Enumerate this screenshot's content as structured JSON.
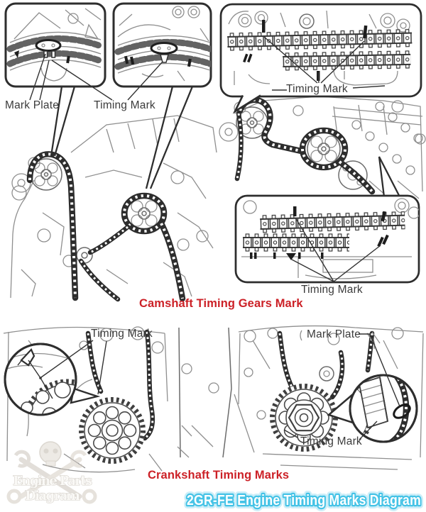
{
  "callouts": {
    "mark_plate_top": "Mark Plate",
    "timing_mark_top": "Timing Mark",
    "timing_mark_upper_right": "Timing Mark",
    "timing_mark_mid_right": "Timing Mark",
    "timing_mark_bottom_left": "Timing Mark",
    "mark_plate_bottom_right": "Mark Plate",
    "timing_mark_bottom_right": "Timing Mark"
  },
  "captions": {
    "camshaft": "Camshaft Timing Gears Mark",
    "crankshaft": "Crankshaft Timing Marks"
  },
  "title": "2GR-FE Engine Timing Marks Diagram",
  "watermark": {
    "line1": "Engine Parts",
    "line2": "Diagram"
  },
  "colors": {
    "caption_red": "#cc2127",
    "title_cyan": "#45c3e6",
    "title_glow": "#cdeef8",
    "line_dark": "#2e2e2e",
    "line_light": "#8f8f8f"
  }
}
